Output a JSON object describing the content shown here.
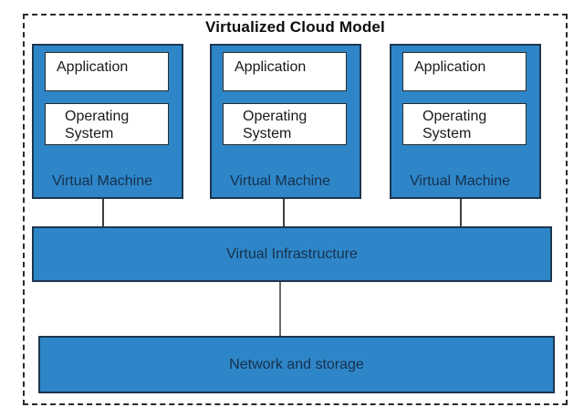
{
  "title": "Virtualized Cloud Model",
  "virtual_machines": [
    {
      "label": "Virtual Machine",
      "application": "Application",
      "operating_system": "Operating System"
    },
    {
      "label": "Virtual Machine",
      "application": "Application",
      "operating_system": "Operating System"
    },
    {
      "label": "Virtual Machine",
      "application": "Application",
      "operating_system": "Operating System"
    }
  ],
  "infrastructure": {
    "label": "Virtual Infrastructure"
  },
  "network": {
    "label": "Network and storage"
  },
  "colors": {
    "box_fill": "#2E86C8",
    "box_border": "#1d3650",
    "dark_label": "#17304d",
    "title_text": "#0d0d0d",
    "connector": "#3f3f3f",
    "boundary_dash": "#2a2a2a",
    "background": "#ffffff"
  }
}
